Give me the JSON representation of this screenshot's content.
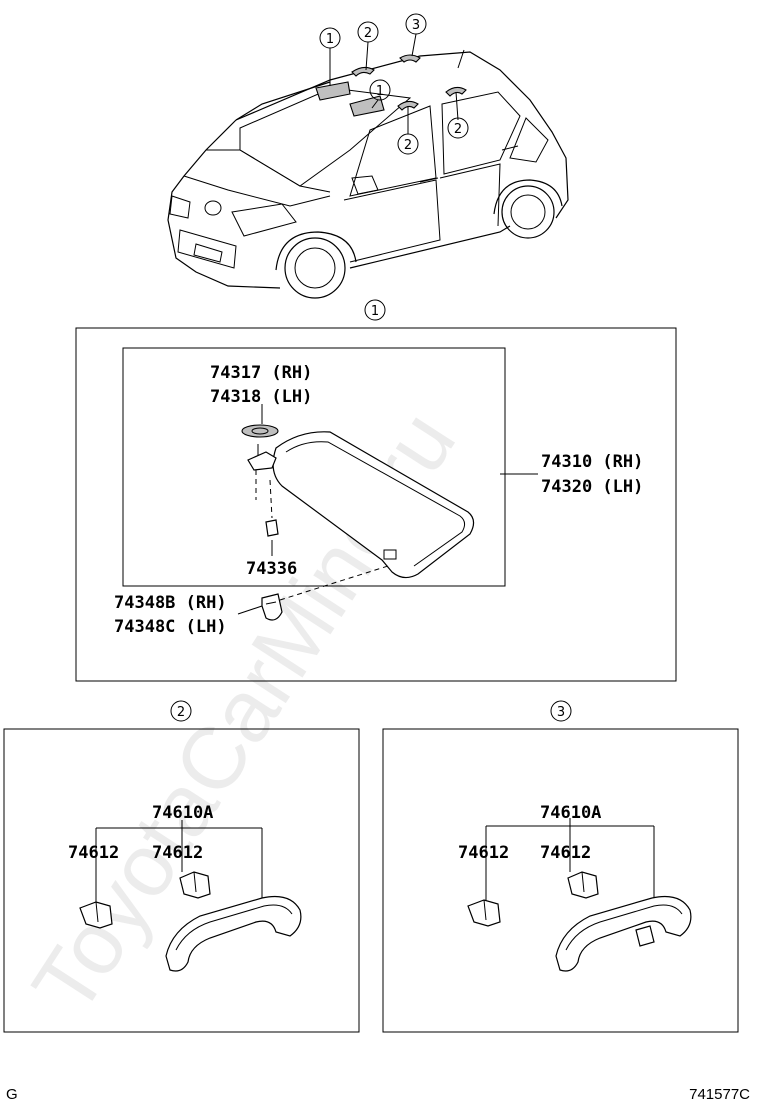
{
  "callouts": {
    "sun_visor": "1",
    "grip_front": "2",
    "grip_rear": "3"
  },
  "sun_visor_panel": {
    "holder_rh": "74317 (RH)",
    "holder_lh": "74318 (LH)",
    "visor_rh": "74310 (RH)",
    "visor_lh": "74320 (LH)",
    "clip": "74336",
    "hook_rh": "74348B (RH)",
    "hook_lh": "74348C (LH)"
  },
  "grip_panel_front": {
    "grip": "74610A",
    "cover_left": "74612",
    "cover_right": "74612"
  },
  "grip_panel_rear": {
    "grip": "74610A",
    "cover_left": "74612",
    "cover_right": "74612"
  },
  "footer": {
    "left_code": "G",
    "illustration_number": "741577C"
  },
  "watermark": "ToyotaCarMine.ru"
}
